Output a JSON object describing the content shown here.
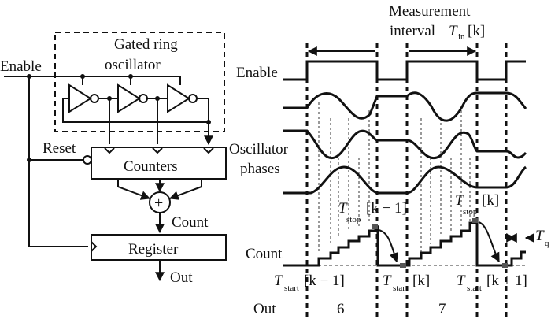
{
  "circuit": {
    "enable": "Enable",
    "gro_line1": "Gated ring",
    "gro_line2": "oscillator",
    "reset": "Reset",
    "counters": "Counters",
    "count": "Count",
    "register": "Register",
    "out": "Out",
    "adder_symbol": "+"
  },
  "timing": {
    "title_line1": "Measurement",
    "title_line2": "interval",
    "tin": "T",
    "tin_sub": "in",
    "tin_idx": "[k]",
    "enable": "Enable",
    "osc_line1": "Oscillator",
    "osc_line2": "phases",
    "count": "Count",
    "out": "Out",
    "out_values": [
      "6",
      "7"
    ],
    "tstart_km1": {
      "t": "T",
      "sub": "start",
      "idx": "[k − 1]"
    },
    "tstart_k": {
      "t": "T",
      "sub": "start",
      "idx": "[k]"
    },
    "tstart_kp1": {
      "t": "T",
      "sub": "start",
      "idx": "[k + 1]"
    },
    "tstop_km1": {
      "t": "T",
      "sub": "stop",
      "idx": "[k − 1]"
    },
    "tstop_k": {
      "t": "T",
      "sub": "stop",
      "idx": "[k]"
    },
    "tq": {
      "t": "T",
      "sub": "q"
    }
  }
}
